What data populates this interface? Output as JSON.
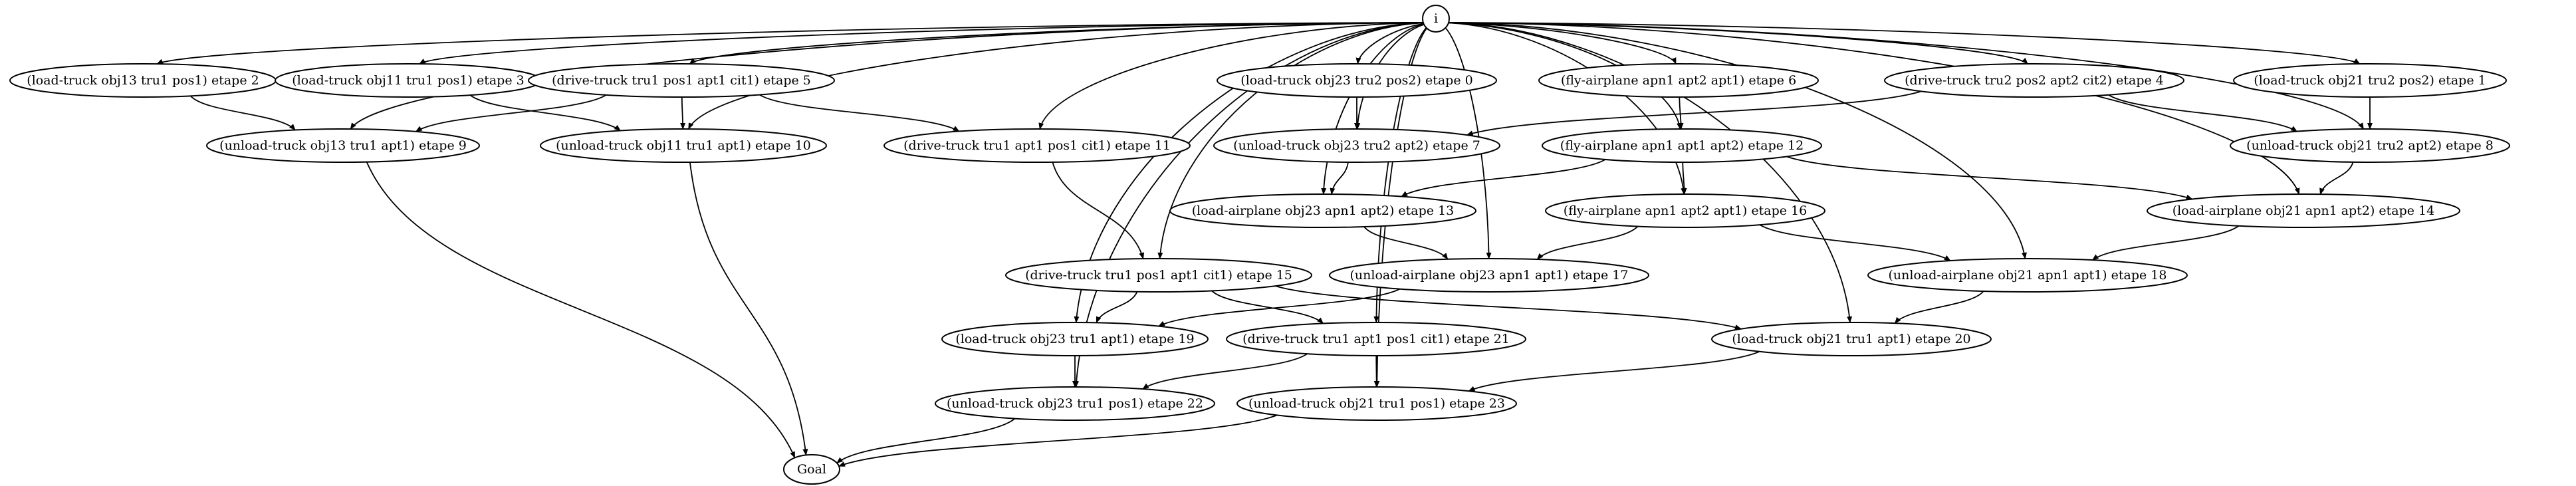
{
  "nodes": [
    {
      "id": "init",
      "label": "i"
    },
    {
      "id": "n2",
      "label": "(load-truck obj13 tru1 pos1) etape 2"
    },
    {
      "id": "n3",
      "label": "(load-truck obj11 tru1 pos1) etape 3"
    },
    {
      "id": "n5",
      "label": "(drive-truck tru1 pos1 apt1 cit1) etape 5"
    },
    {
      "id": "n0",
      "label": "(load-truck obj23 tru2 pos2) etape 0"
    },
    {
      "id": "n6",
      "label": "(fly-airplane apn1 apt2 apt1) etape 6"
    },
    {
      "id": "n4",
      "label": "(drive-truck tru2 pos2 apt2 cit2) etape 4"
    },
    {
      "id": "n1",
      "label": "(load-truck obj21 tru2 pos2) etape 1"
    },
    {
      "id": "n9",
      "label": "(unload-truck obj13 tru1 apt1) etape 9"
    },
    {
      "id": "n10",
      "label": "(unload-truck obj11 tru1 apt1) etape 10"
    },
    {
      "id": "n11",
      "label": "(drive-truck tru1 apt1 pos1 cit1) etape 11"
    },
    {
      "id": "n7",
      "label": "(unload-truck obj23 tru2 apt2) etape 7"
    },
    {
      "id": "n12",
      "label": "(fly-airplane apn1 apt1 apt2) etape 12"
    },
    {
      "id": "n8",
      "label": "(unload-truck obj21 tru2 apt2) etape 8"
    },
    {
      "id": "n13",
      "label": "(load-airplane obj23 apn1 apt2) etape 13"
    },
    {
      "id": "n16",
      "label": "(fly-airplane apn1 apt2 apt1) etape 16"
    },
    {
      "id": "n14",
      "label": "(load-airplane obj21 apn1 apt2) etape 14"
    },
    {
      "id": "n15",
      "label": "(drive-truck tru1 pos1 apt1 cit1) etape 15"
    },
    {
      "id": "n17",
      "label": "(unload-airplane obj23 apn1 apt1) etape 17"
    },
    {
      "id": "n18",
      "label": "(unload-airplane obj21 apn1 apt1) etape 18"
    },
    {
      "id": "n19",
      "label": "(load-truck obj23 tru1 apt1) etape 19"
    },
    {
      "id": "n21",
      "label": "(drive-truck tru1 apt1 pos1 cit1) etape 21"
    },
    {
      "id": "n20",
      "label": "(load-truck obj21 tru1 apt1) etape 20"
    },
    {
      "id": "n22",
      "label": "(unload-truck obj23 tru1 pos1) etape 22"
    },
    {
      "id": "n23",
      "label": "(unload-truck obj21 tru1 pos1) etape 23"
    },
    {
      "id": "goal",
      "label": "Goal"
    }
  ],
  "edges": [
    [
      "init",
      "n2"
    ],
    [
      "init",
      "n3"
    ],
    [
      "init",
      "n5"
    ],
    [
      "init",
      "n0"
    ],
    [
      "init",
      "n6"
    ],
    [
      "init",
      "n4"
    ],
    [
      "init",
      "n1"
    ],
    [
      "init",
      "n9"
    ],
    [
      "init",
      "n10"
    ],
    [
      "init",
      "n11"
    ],
    [
      "init",
      "n7"
    ],
    [
      "init",
      "n12"
    ],
    [
      "init",
      "n8"
    ],
    [
      "init",
      "n13"
    ],
    [
      "init",
      "n16"
    ],
    [
      "init",
      "n14"
    ],
    [
      "init",
      "n15"
    ],
    [
      "init",
      "n17"
    ],
    [
      "init",
      "n18"
    ],
    [
      "init",
      "n19"
    ],
    [
      "init",
      "n21"
    ],
    [
      "init",
      "n20"
    ],
    [
      "init",
      "n22"
    ],
    [
      "init",
      "n23"
    ],
    [
      "n2",
      "n9"
    ],
    [
      "n3",
      "n10"
    ],
    [
      "n5",
      "n9"
    ],
    [
      "n5",
      "n10"
    ],
    [
      "n5",
      "n11"
    ],
    [
      "n0",
      "n7"
    ],
    [
      "n6",
      "n12"
    ],
    [
      "n4",
      "n7"
    ],
    [
      "n4",
      "n8"
    ],
    [
      "n1",
      "n8"
    ],
    [
      "n9",
      "goal"
    ],
    [
      "n10",
      "goal"
    ],
    [
      "n11",
      "n15"
    ],
    [
      "n7",
      "n13"
    ],
    [
      "n12",
      "n13"
    ],
    [
      "n12",
      "n16"
    ],
    [
      "n12",
      "n14"
    ],
    [
      "n8",
      "n14"
    ],
    [
      "n13",
      "n17"
    ],
    [
      "n16",
      "n17"
    ],
    [
      "n16",
      "n18"
    ],
    [
      "n14",
      "n18"
    ],
    [
      "n15",
      "n19"
    ],
    [
      "n15",
      "n21"
    ],
    [
      "n15",
      "n20"
    ],
    [
      "n17",
      "n19"
    ],
    [
      "n18",
      "n20"
    ],
    [
      "n19",
      "n22"
    ],
    [
      "n21",
      "n22"
    ],
    [
      "n21",
      "n23"
    ],
    [
      "n20",
      "n23"
    ],
    [
      "n22",
      "goal"
    ],
    [
      "n23",
      "goal"
    ]
  ]
}
